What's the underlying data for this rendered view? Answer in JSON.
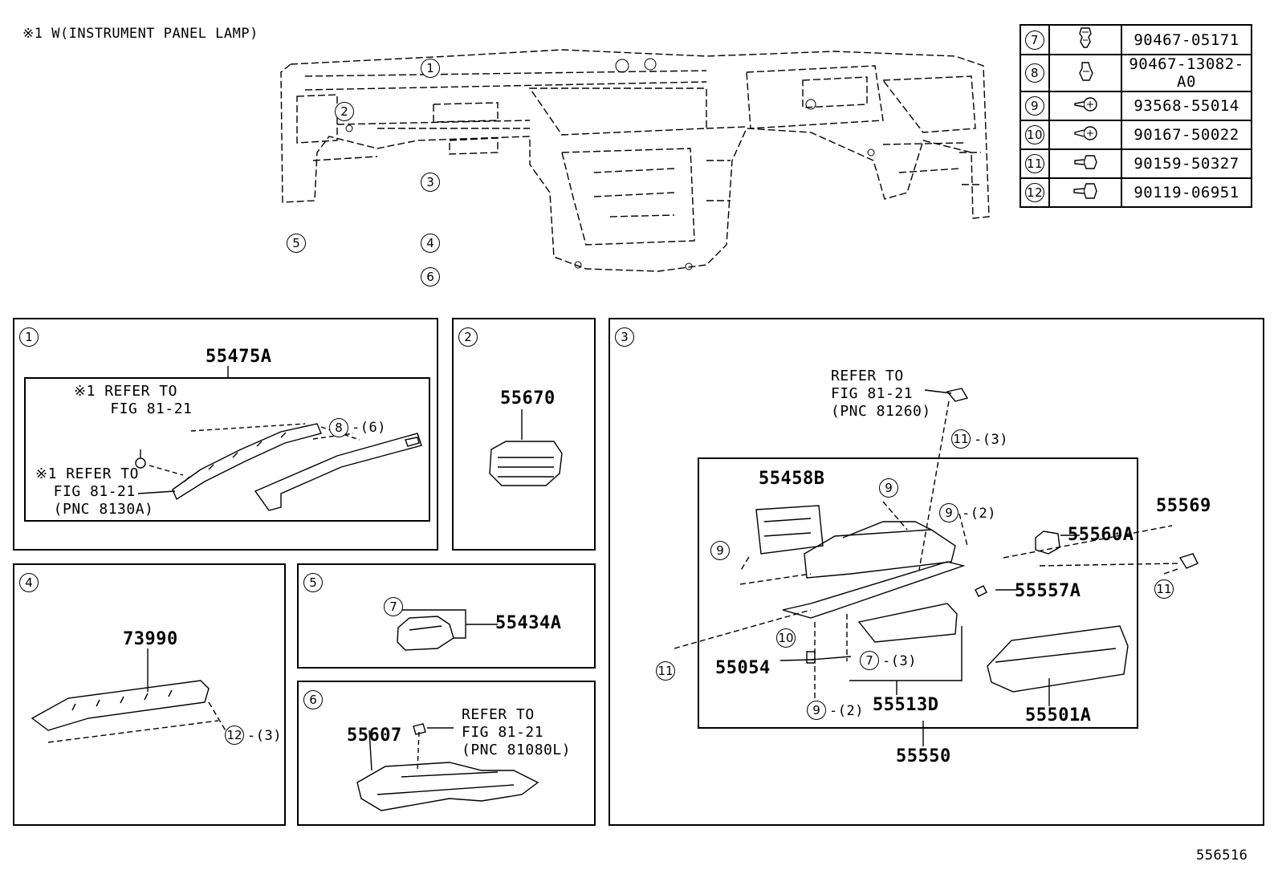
{
  "header_note": "※1 W(INSTRUMENT PANEL LAMP)",
  "figure_id": "556516",
  "overview_callouts": [
    "1",
    "2",
    "3",
    "4",
    "5",
    "6"
  ],
  "fastener_table": [
    {
      "ref": "7",
      "icon": "clip-icon",
      "part": "90467-05171"
    },
    {
      "ref": "8",
      "icon": "clip-icon",
      "part": "90467-13082-A0"
    },
    {
      "ref": "9",
      "icon": "screw-icon",
      "part": "93568-55014"
    },
    {
      "ref": "10",
      "icon": "screw-icon",
      "part": "90167-50022"
    },
    {
      "ref": "11",
      "icon": "bolt-icon",
      "part": "90159-50327"
    },
    {
      "ref": "12",
      "icon": "bolt-icon",
      "part": "90119-06951"
    }
  ],
  "panel1": {
    "index": "1",
    "part": "55475A",
    "ref_a": "※1 REFER TO\n    FIG 81-21",
    "ref_b": "※1 REFER TO\n  FIG 81-21\n  (PNC 8130A)",
    "callout_num": "8",
    "callout_qty": "-(6)"
  },
  "panel2": {
    "index": "2",
    "part": "55670"
  },
  "panel3": {
    "index": "3",
    "ref": "REFER TO\nFIG 81-21\n(PNC 81260)",
    "c11_qty": "-(3)",
    "c9_qty": "-(2)",
    "c9b_qty": "-(2)",
    "c7_qty": "-(3)",
    "parts": {
      "p55458B": "55458B",
      "p55569": "55569",
      "p55560A": "55560A",
      "p55557A": "55557A",
      "p55054": "55054",
      "p55513D": "55513D",
      "p55501A": "55501A",
      "p55550": "55550"
    },
    "n9": "9",
    "n10": "10",
    "n11": "11",
    "n7": "7"
  },
  "panel4": {
    "index": "4",
    "part": "73990",
    "callout_num": "12",
    "callout_qty": "-(3)"
  },
  "panel5": {
    "index": "5",
    "part": "55434A",
    "callout_num": "7"
  },
  "panel6": {
    "index": "6",
    "part": "55607",
    "ref": "REFER TO\nFIG 81-21\n(PNC 81080L)"
  }
}
